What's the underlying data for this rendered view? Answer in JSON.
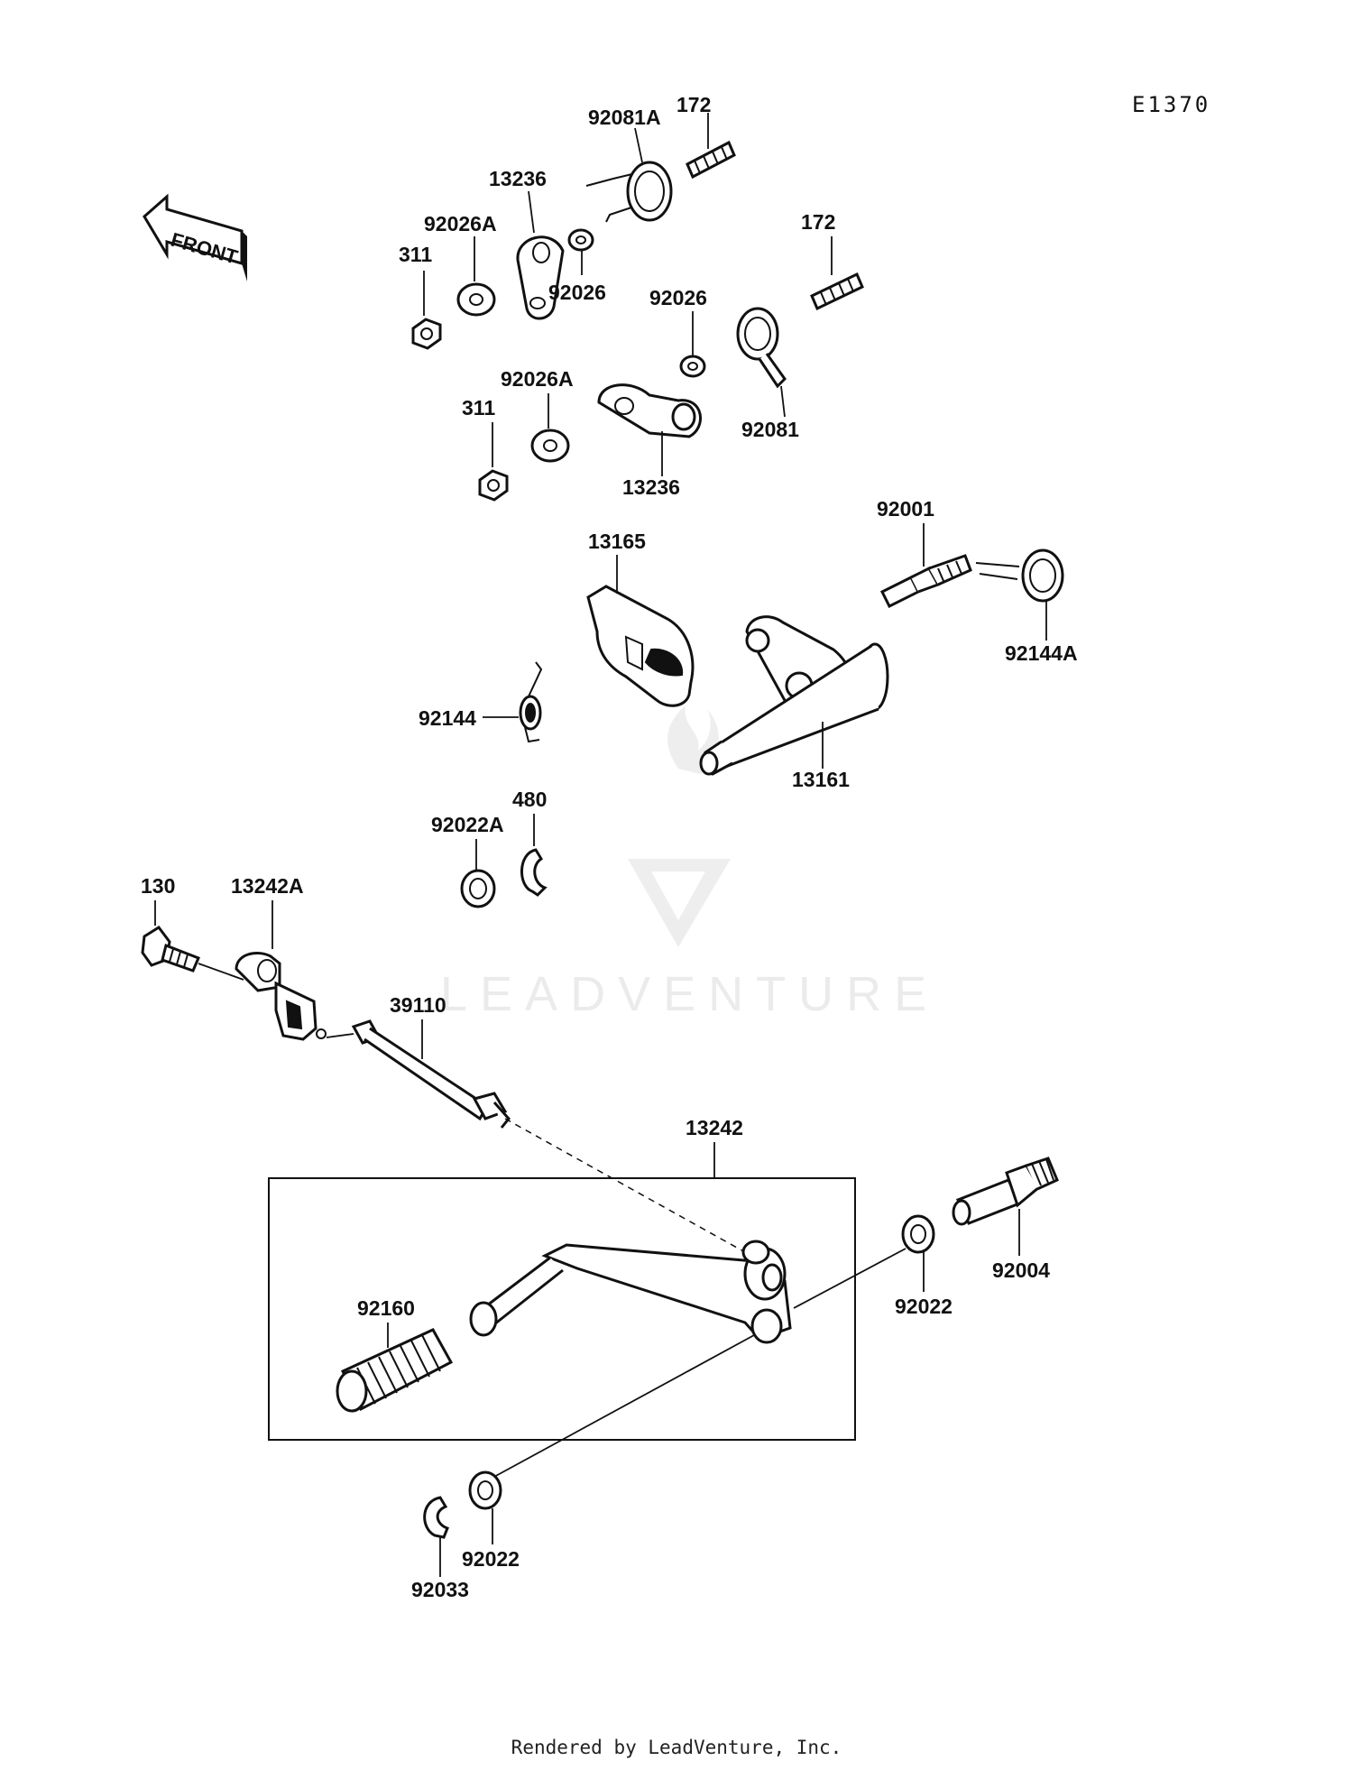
{
  "diagram_code": "E1370",
  "front_label": "FRONT",
  "watermark": "LEADVENTURE",
  "footer": "Rendered by LeadVenture, Inc.",
  "callouts": {
    "c172_top": "172",
    "c92081A": "92081A",
    "c13236_top": "13236",
    "c92026A_top": "92026A",
    "c311_top": "311",
    "c92026_top": "92026",
    "c172_mid": "172",
    "c92026_mid": "92026",
    "c92081": "92081",
    "c92026A_mid": "92026A",
    "c311_mid": "311",
    "c13236_mid": "13236",
    "c92001": "92001",
    "c13165": "13165",
    "c92144A": "92144A",
    "c92144": "92144",
    "c13161": "13161",
    "c480": "480",
    "c92022A": "92022A",
    "c130": "130",
    "c13242A": "13242A",
    "c39110": "39110",
    "c13242": "13242",
    "c92004": "92004",
    "c92022_right": "92022",
    "c92160": "92160",
    "c92022_bottom": "92022",
    "c92033": "92033"
  }
}
